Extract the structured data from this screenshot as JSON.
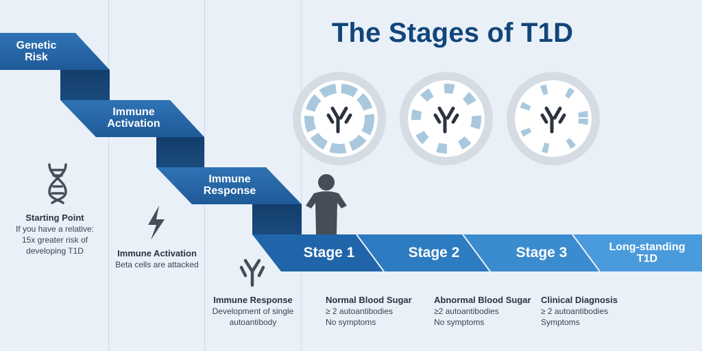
{
  "title": "The Stages of T1D",
  "steps": [
    {
      "label_line1": "Genetic",
      "label_line2": "Risk"
    },
    {
      "label_line1": "Immune",
      "label_line2": "Activation"
    },
    {
      "label_line1": "Immune",
      "label_line2": "Response"
    }
  ],
  "stages": [
    {
      "label": "Stage 1",
      "heading": "Normal Blood Sugar",
      "line1": "≥ 2 autoantibodies",
      "line2": "No symptoms"
    },
    {
      "label": "Stage 2",
      "heading": "Abnormal Blood Sugar",
      "line1": "≥2 autoantibodies",
      "line2": "No symptoms"
    },
    {
      "label": "Stage 3",
      "heading": "Clinical Diagnosis",
      "line1": "≥ 2 autoantibodies",
      "line2": "Symptoms"
    },
    {
      "label_line1": "Long-standing",
      "label_line2": "T1D"
    }
  ],
  "columns": [
    {
      "heading": "Starting Point",
      "line1": "If you have a relative:",
      "line2": "15x greater risk of",
      "line3": "developing T1D"
    },
    {
      "heading": "Immune Activation",
      "line1": "Beta cells are attacked"
    },
    {
      "heading": "Immune Response",
      "line1": "Development of single",
      "line2": "autoantibody"
    }
  ],
  "icons": [
    "dna-icon",
    "lightning-icon",
    "antibody-icon",
    "person-icon",
    "antibody-circle-icon"
  ],
  "colors": {
    "dark_blue": "#1d5186",
    "mid_blue": "#2a6fae",
    "light_blue": "#3d8fd0",
    "title": "#12467a",
    "background": "#e9f0f8"
  }
}
